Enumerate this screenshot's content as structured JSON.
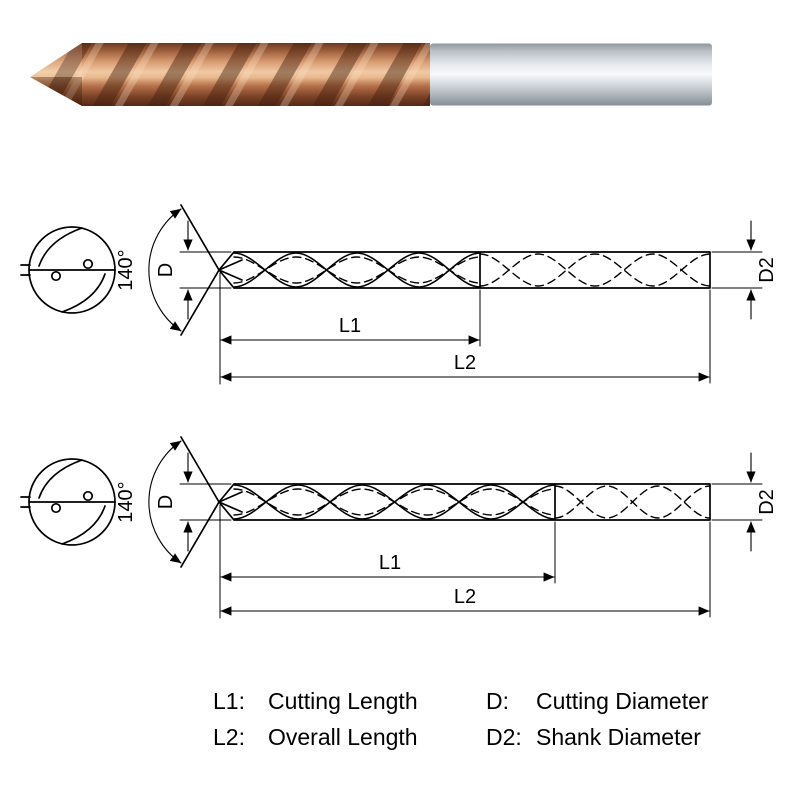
{
  "colors": {
    "flute_copper": "#c98a5e",
    "flute_copper_dark": "#6b3a22",
    "shank_steel": "#d9dde1",
    "line": "#000000"
  },
  "diagram1": {
    "point_angle": "140°",
    "d": "D",
    "d2": "D2",
    "l1": "L1",
    "l2": "L2"
  },
  "diagram2": {
    "point_angle": "140°",
    "d": "D",
    "d2": "D2",
    "l1": "L1",
    "l2": "L2"
  },
  "legend": {
    "rows": [
      {
        "k1": "L1:",
        "v1": "Cutting Length",
        "k2": "D:",
        "v2": "Cutting Diameter"
      },
      {
        "k1": "L2:",
        "v1": "Overall Length",
        "k2": "D2:",
        "v2": "Shank Diameter"
      }
    ]
  }
}
